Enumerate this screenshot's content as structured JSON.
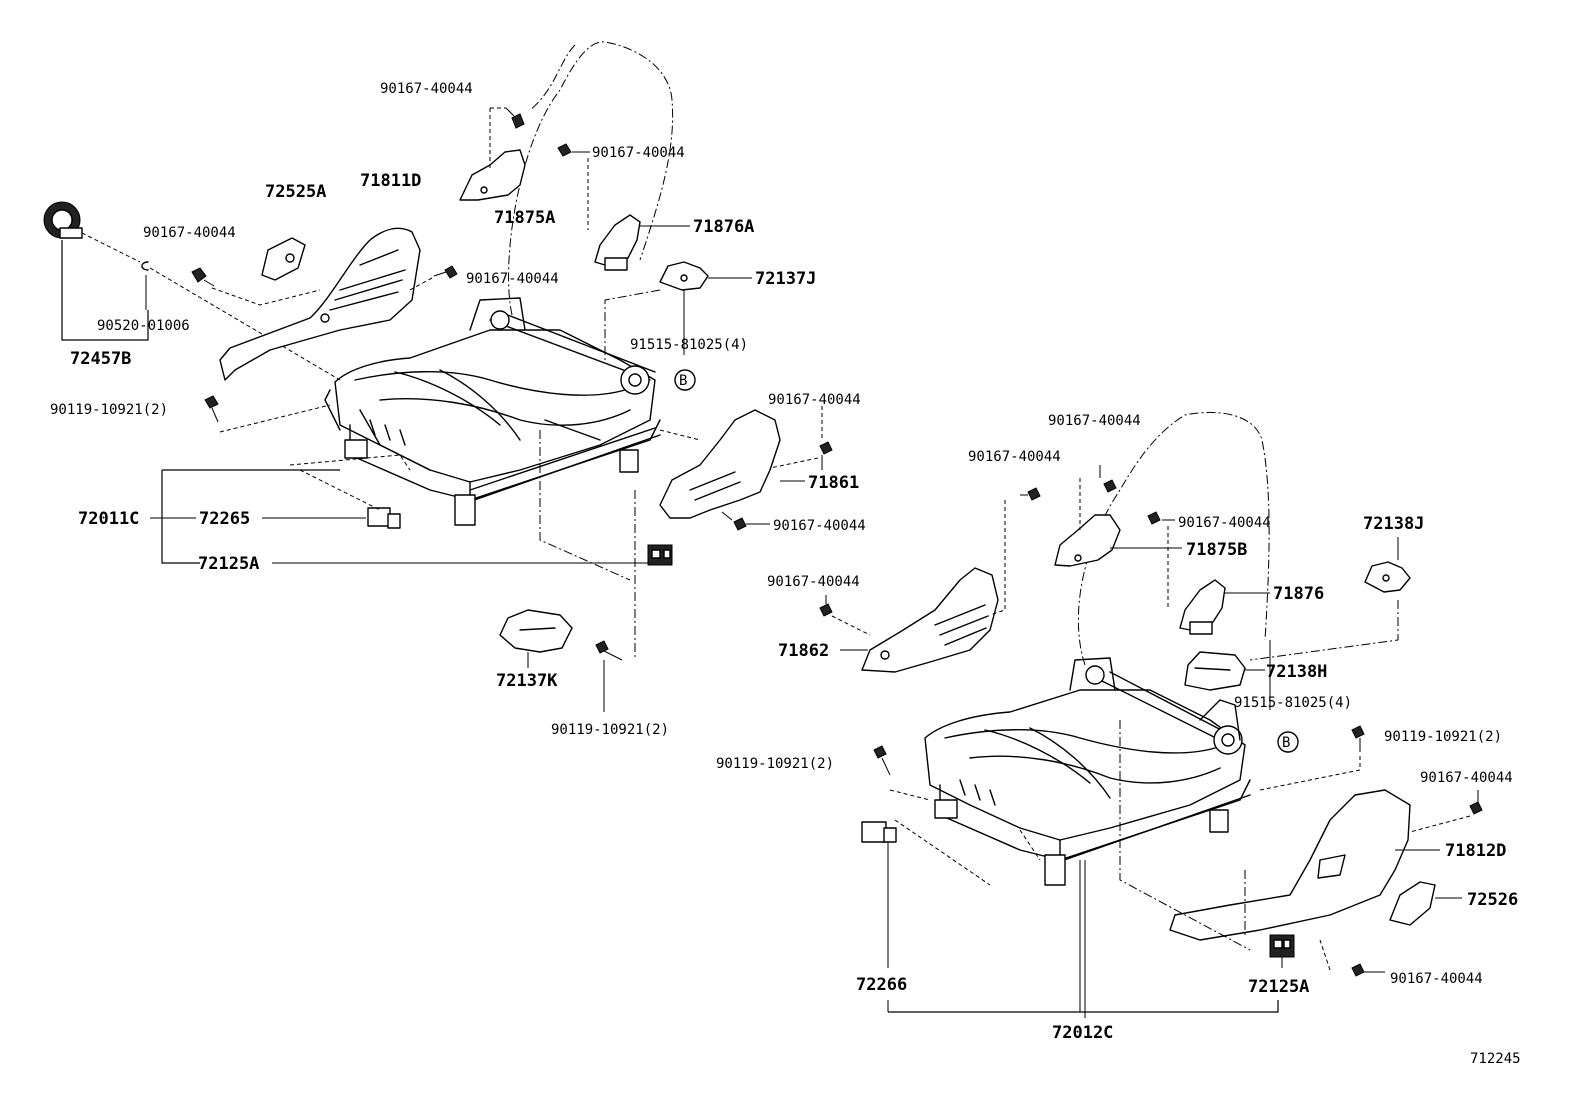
{
  "left_assembly": {
    "labels": {
      "bolt_top_a": "90167-40044",
      "bolt_top_b": "90167-40044",
      "cover_71875A": "71875A",
      "cover_71876A": "71876A",
      "cover_72137J": "72137J",
      "knob_72525A": "72525A",
      "shield_71811D": "71811D",
      "bolt_left": "90167-40044",
      "bolt_mid": "90167-40044",
      "clip_90520": "90520-01006",
      "knob_72457B": "72457B",
      "bolt_91515": "91515-81025(4)",
      "bolt_90119_left": "90119-10921(2)",
      "bolt_right_upper": "90167-40044",
      "shield_71861": "71861",
      "bolt_right_lower": "90167-40044",
      "adjuster_72011C": "72011C",
      "cover_72265": "72265",
      "cover_72125A": "72125A",
      "cover_72137K": "72137K",
      "bolt_90119_bottom": "90119-10921(2)",
      "circle_b": "B"
    }
  },
  "right_assembly": {
    "labels": {
      "bolt_top": "90167-40044",
      "bolt_upper_left": "90167-40044",
      "bolt_upper_right": "90167-40044",
      "cover_71875B": "71875B",
      "cover_72138J": "72138J",
      "bolt_mid_left": "90167-40044",
      "cover_71876": "71876",
      "shield_71862": "71862",
      "cover_72138H": "72138H",
      "bolt_91515": "91515-81025(4)",
      "bolt_90119_right": "90119-10921(2)",
      "bolt_90119_left": "90119-10921(2)",
      "bolt_right": "90167-40044",
      "shield_71812D": "71812D",
      "knob_72526": "72526",
      "cover_72266": "72266",
      "cover_72125A": "72125A",
      "bolt_bottom": "90167-40044",
      "adjuster_72012C": "72012C",
      "circle_b": "B"
    }
  },
  "figure_code": "712245"
}
